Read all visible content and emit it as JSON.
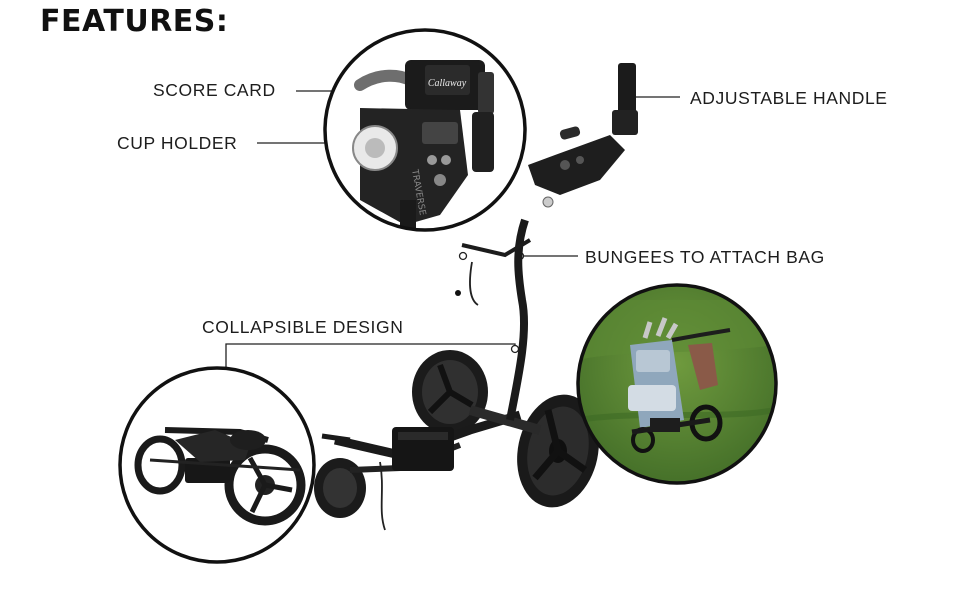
{
  "heading": "FEATURES:",
  "callouts": {
    "score_card": "SCORE CARD",
    "cup_holder": "CUP HOLDER",
    "adjustable_handle": "ADJUSTABLE HANDLE",
    "bungees": "BUNGEES TO ATTACH BAG",
    "collapsible": "COLLAPSIBLE DESIGN"
  },
  "console_brand": "Callaway",
  "console_model": "TRAVERSE",
  "colors": {
    "frame": "#1c1c1c",
    "grass": "#4f7d2f",
    "bag": "#8aa3b8",
    "leader_line": "#222222"
  }
}
